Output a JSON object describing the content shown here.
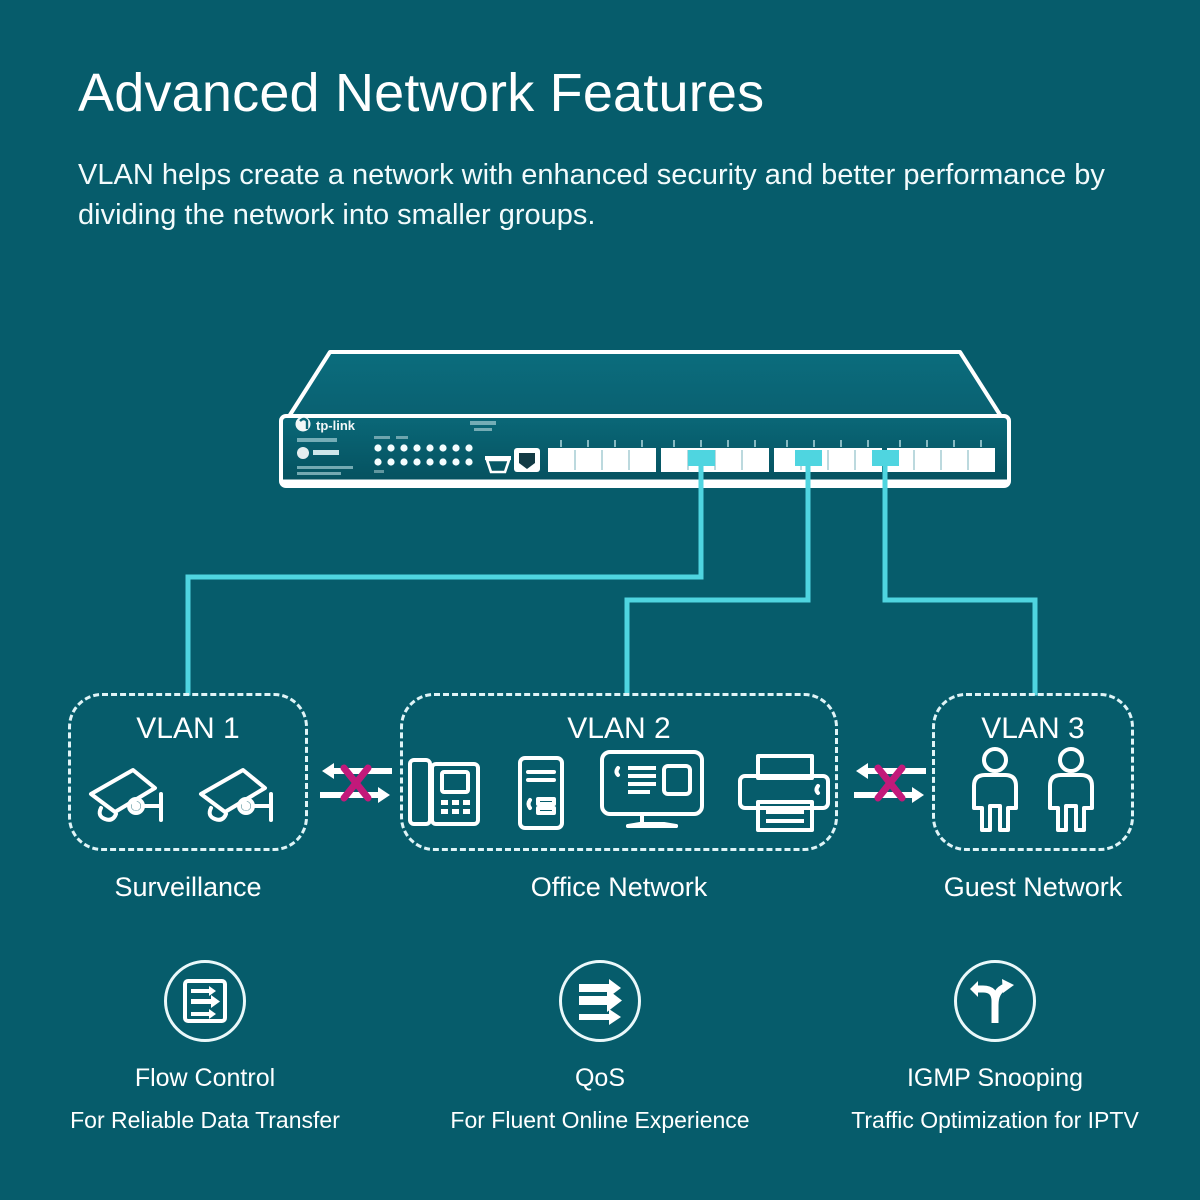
{
  "page": {
    "background_color": "#065c6b",
    "accent_cyan": "#4fd5e0",
    "block_marker_color": "#c2197a",
    "line_color": "#ffffff"
  },
  "header": {
    "title": "Advanced Network Features",
    "subtitle": "VLAN helps create a network with enhanced security and better performance by dividing the network into smaller groups."
  },
  "device": {
    "name": "rack-mount-switch",
    "brand": "tp-link",
    "highlighted_port_count": 3,
    "port_group_count": 4,
    "ports_per_group": 4,
    "led_rows": 2,
    "led_per_row": 10
  },
  "vlans": [
    {
      "id": "vlan-1",
      "title": "VLAN 1",
      "caption": "Surveillance",
      "icons": [
        "security-camera-icon",
        "security-camera-icon"
      ]
    },
    {
      "id": "vlan-2",
      "title": "VLAN 2",
      "caption": "Office Network",
      "icons": [
        "desk-phone-icon",
        "desktop-computer-icon",
        "printer-icon"
      ]
    },
    {
      "id": "vlan-3",
      "title": "VLAN 3",
      "caption": "Guest Network",
      "icons": [
        "person-icon",
        "person-icon"
      ]
    }
  ],
  "blockers": [
    {
      "id": "blocked-link-1-2",
      "icon": "blocked-bidirectional-arrow-icon"
    },
    {
      "id": "blocked-link-2-3",
      "icon": "blocked-bidirectional-arrow-icon"
    }
  ],
  "features": [
    {
      "id": "flow-control",
      "icon": "flow-control-icon",
      "name": "Flow Control",
      "desc": "For Reliable Data Transfer"
    },
    {
      "id": "qos",
      "icon": "qos-arrows-icon",
      "name": "QoS",
      "desc": "For Fluent Online Experience"
    },
    {
      "id": "igmp-snooping",
      "icon": "branching-road-icon",
      "name": "IGMP Snooping",
      "desc": "Traffic Optimization for IPTV"
    }
  ]
}
